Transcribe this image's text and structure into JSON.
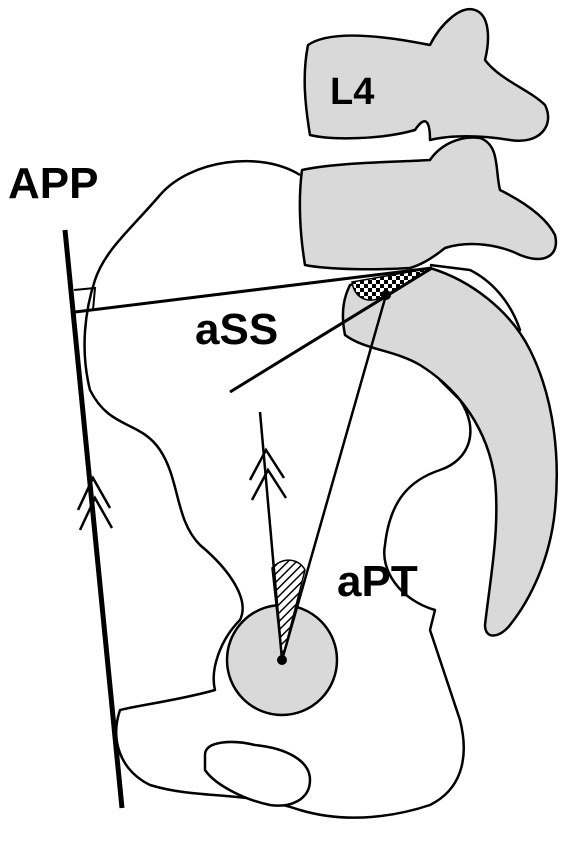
{
  "labels": {
    "app": "APP",
    "l4": "L4",
    "ass": "aSS",
    "apt": "aPT"
  },
  "colors": {
    "bone_fill": "#d9d9d9",
    "outline": "#000000",
    "background": "#ffffff"
  },
  "icons": {
    "parallel_marker": "double-chevron-up-icon",
    "right_angle": "right-angle-marker-icon",
    "checker_fill": "checkered-angle-icon",
    "hatched_fill": "hatched-angle-icon"
  }
}
